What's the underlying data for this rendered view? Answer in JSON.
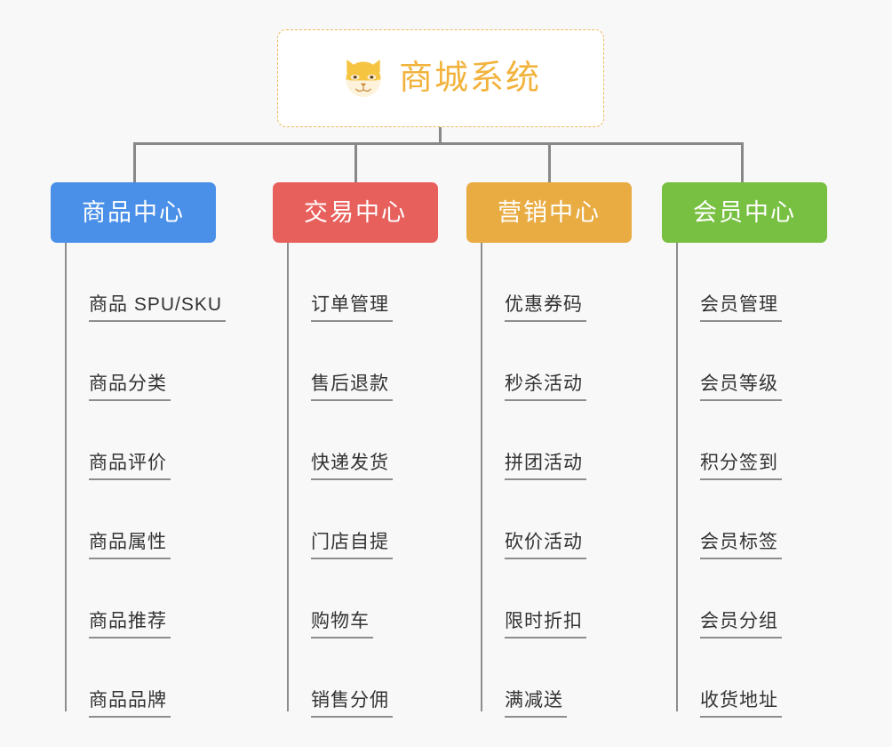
{
  "page": {
    "background_color": "#f8f8f8",
    "type": "organization-mindmap"
  },
  "root": {
    "title": "商城系统",
    "icon": "shiba-dog-icon",
    "text_color": "#f2b33d",
    "border_color": "#f0b75a",
    "background_color": "#ffffff"
  },
  "connector": {
    "color": "#888888"
  },
  "branches": [
    {
      "label": "商品中心",
      "color": "#4a90e8",
      "text_color": "#ffffff",
      "items": [
        "商品 SPU/SKU",
        "商品分类",
        "商品评价",
        "商品属性",
        "商品推荐",
        "商品品牌"
      ]
    },
    {
      "label": "交易中心",
      "color": "#e7605c",
      "text_color": "#ffffff",
      "items": [
        "订单管理",
        "售后退款",
        "快递发货",
        "门店自提",
        "购物车",
        "销售分佣"
      ]
    },
    {
      "label": "营销中心",
      "color": "#e9ac43",
      "text_color": "#ffffff",
      "items": [
        "优惠券码",
        "秒杀活动",
        "拼团活动",
        "砍价活动",
        "限时折扣",
        "满减送"
      ]
    },
    {
      "label": "会员中心",
      "color": "#78c042",
      "text_color": "#ffffff",
      "items": [
        "会员管理",
        "会员等级",
        "积分签到",
        "会员标签",
        "会员分组",
        "收货地址"
      ]
    }
  ]
}
